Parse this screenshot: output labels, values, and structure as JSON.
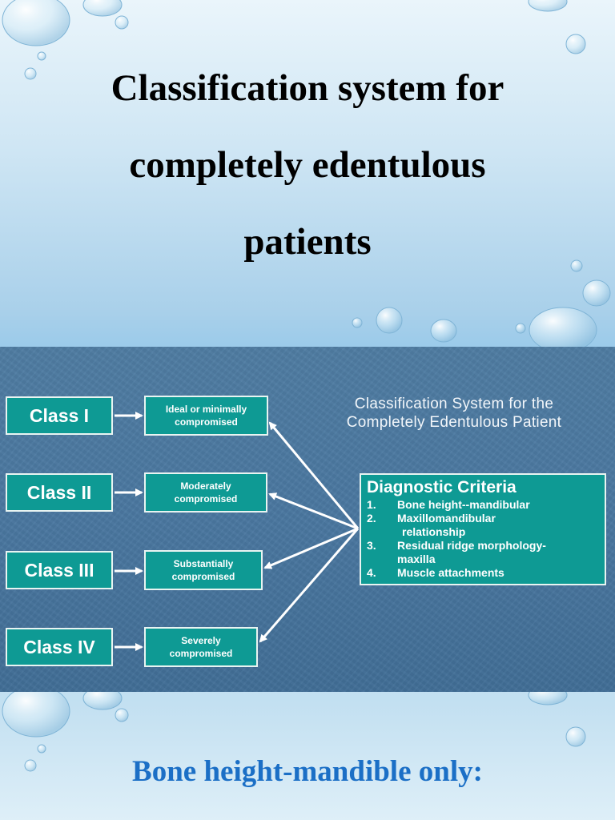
{
  "page": {
    "title_lines": [
      "Classification system for",
      "completely edentulous",
      "patients"
    ],
    "footer_heading": "Bone height-mandible only:"
  },
  "slide": {
    "title_lines": [
      "Classification  System  for  the",
      "Completely Edentulous Patient"
    ],
    "classes": [
      {
        "label": "Class I",
        "desc_lines": [
          "Ideal or minimally",
          "compromised"
        ]
      },
      {
        "label": "Class II",
        "desc_lines": [
          "Moderately",
          "compromised"
        ]
      },
      {
        "label": "Class III",
        "desc_lines": [
          "Substantially",
          "compromised"
        ]
      },
      {
        "label": "Class IV",
        "desc_lines": [
          "Severely",
          "compromised"
        ]
      }
    ],
    "criteria": {
      "heading": "Diagnostic Criteria",
      "items": [
        {
          "num": "1.",
          "text_lines": [
            "Bone height--mandibular"
          ]
        },
        {
          "num": "2.",
          "text_lines": [
            "Maxillomandibular",
            "relationship"
          ]
        },
        {
          "num": "3.",
          "text_lines": [
            "Residual ridge morphology-",
            "maxilla"
          ]
        },
        {
          "num": "4.",
          "text_lines": [
            "Muscle attachments"
          ]
        }
      ]
    }
  },
  "colors": {
    "box_fill": "#0e9a94",
    "slide_background": "#4a77a0",
    "footer_text": "#1b6fc6"
  }
}
